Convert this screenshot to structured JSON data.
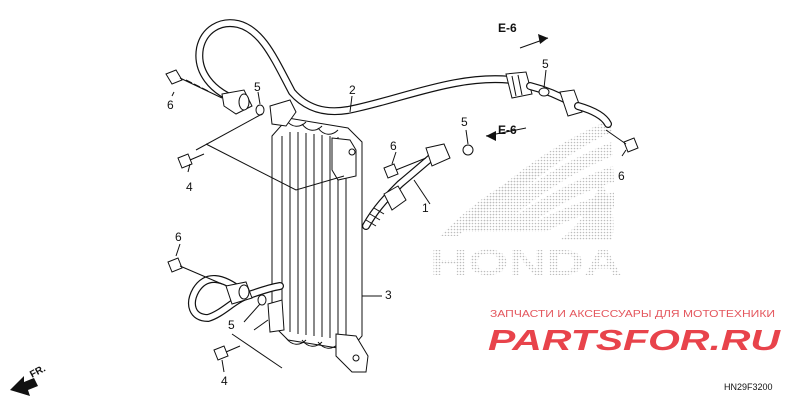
{
  "callouts": {
    "c1": "1",
    "c2": "2",
    "c3": "3",
    "c4a": "4",
    "c4b": "4",
    "c5a": "5",
    "c5b": "5",
    "c5c": "5",
    "c5d": "5",
    "c6a": "6",
    "c6b": "6",
    "c6c": "6",
    "c6d": "6"
  },
  "references": {
    "e6_top": "E-6",
    "e6_mid": "E-6"
  },
  "direction_label": "FR.",
  "diagram_code": "HN29F3200",
  "watermark": {
    "tagline": "ЗАПЧАСТИ И АКСЕССУАРЫ ДЛЯ МОТОТЕХНИКИ",
    "site": "PARTSFOR.RU",
    "brand": "HONDA"
  },
  "colors": {
    "line": "#111111",
    "watermark_red": "#e8434b",
    "watermark_gray": "#c8c8c8"
  }
}
